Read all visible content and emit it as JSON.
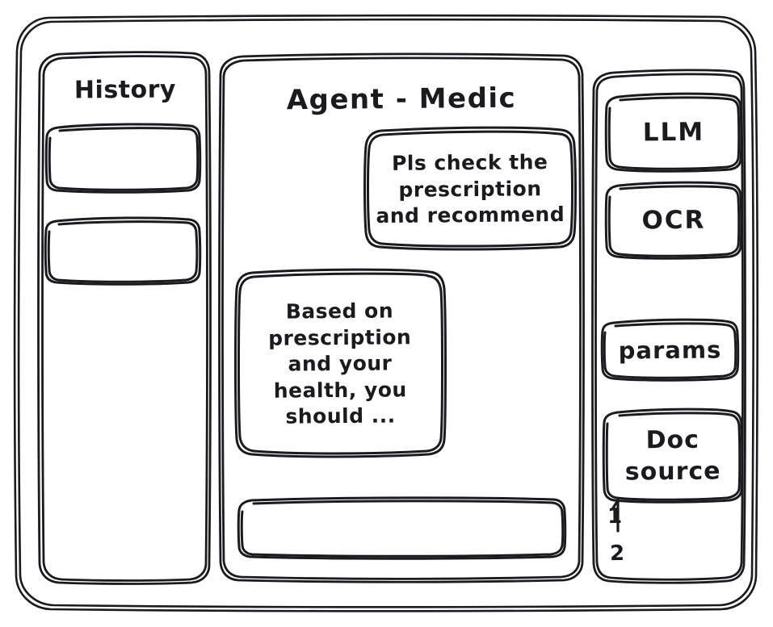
{
  "app": {
    "type": "wireframe-mockup",
    "style": "hand-drawn",
    "stroke_color": "#1b1b1f",
    "background_color": "#ffffff"
  },
  "sidebar_left": {
    "title": "History",
    "items": [
      {
        "label": "",
        "name": "history-item-1"
      },
      {
        "label": "",
        "name": "history-item-2"
      }
    ]
  },
  "main": {
    "title": "Agent - Medic",
    "messages": [
      {
        "role": "user",
        "text": "Pls check the prescription and recommend",
        "lines": [
          "Pls check the",
          "prescription",
          "and recommend"
        ]
      },
      {
        "role": "assistant",
        "text": "Based on prescription and your health, you should ...",
        "lines": [
          "Based on",
          "prescription",
          "and your",
          "health, you",
          "should ..."
        ]
      }
    ],
    "composer": {
      "value": "",
      "placeholder": ""
    }
  },
  "sidebar_right": {
    "buttons": [
      {
        "label": "LLM",
        "name": "llm-button"
      },
      {
        "label": "OCR",
        "name": "ocr-button"
      },
      {
        "label": "params",
        "name": "params-button"
      }
    ],
    "doc_source": {
      "label": "Doc source",
      "lines": [
        "Doc",
        "source"
      ],
      "list": [
        "1",
        "2"
      ]
    }
  }
}
